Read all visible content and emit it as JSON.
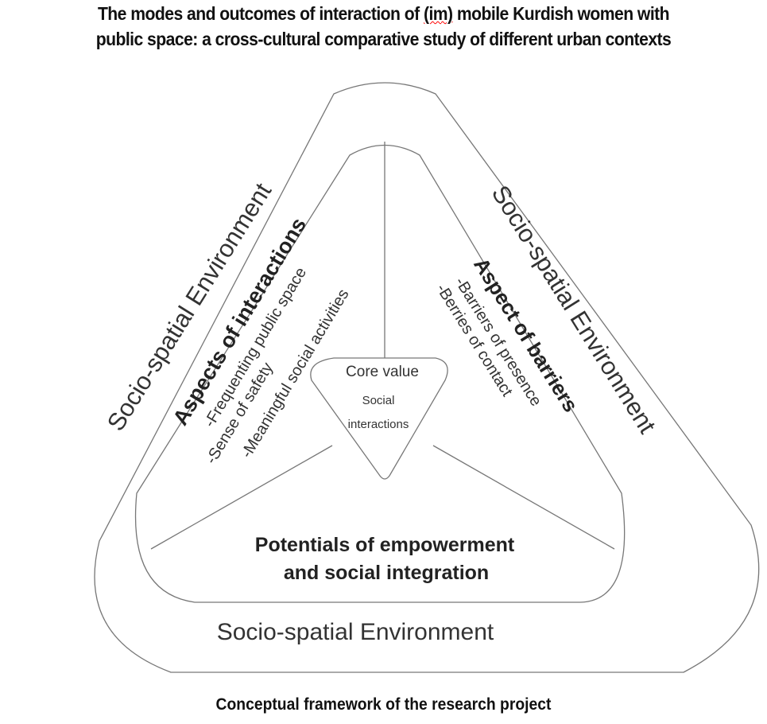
{
  "title": {
    "line1_pre": "The modes and outcomes of interaction of ",
    "line1_im": "(im)",
    "line1_post": " mobile Kurdish women with",
    "line2": "public space: a cross-cultural comparative study of different urban contexts"
  },
  "diagram": {
    "outer_left": "Socio-spatial Environment",
    "outer_right": "Socio-spatial Environment",
    "outer_bottom": "Socio-spatial Environment",
    "interactions": {
      "heading": "Aspects of interactions",
      "items": [
        "-Frequenting public space",
        "-Sense of safety",
        "-Meaningful social activities"
      ]
    },
    "barriers": {
      "heading": "Aspect of barriers",
      "items": [
        "-Barriers of presence",
        "-Berries of contact"
      ]
    },
    "potentials": {
      "line1": "Potentials of empowerment",
      "line2": "and social integration"
    },
    "core": {
      "label": "Core value",
      "line1": "Social",
      "line2": "interactions"
    }
  },
  "caption": "Conceptual framework of the research project"
}
